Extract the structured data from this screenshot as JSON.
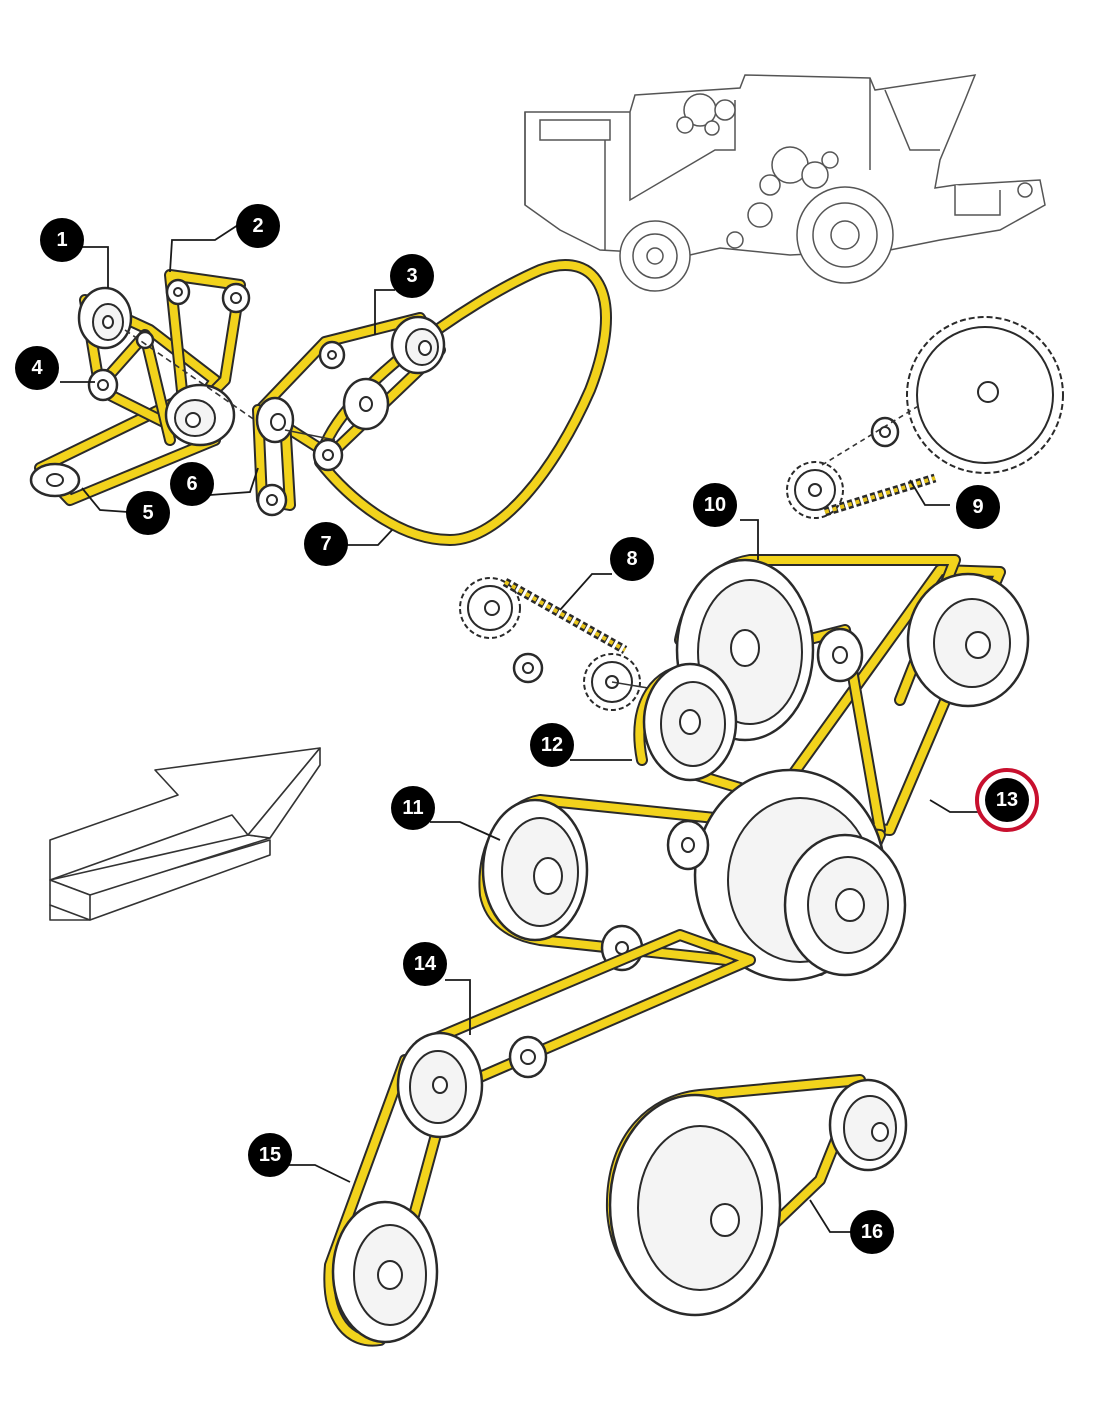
{
  "callouts": [
    {
      "label": "1"
    },
    {
      "label": "2"
    },
    {
      "label": "3"
    },
    {
      "label": "4"
    },
    {
      "label": "5"
    },
    {
      "label": "6"
    },
    {
      "label": "7"
    },
    {
      "label": "8"
    },
    {
      "label": "9"
    },
    {
      "label": "10"
    },
    {
      "label": "11"
    },
    {
      "label": "12"
    },
    {
      "label": "13",
      "highlighted": true
    },
    {
      "label": "14"
    },
    {
      "label": "15"
    },
    {
      "label": "16"
    }
  ],
  "colors": {
    "belt": "#f2d31c",
    "outline": "#2a2a2a",
    "callout": "#000000",
    "highlight_ring": "#c8102e"
  }
}
